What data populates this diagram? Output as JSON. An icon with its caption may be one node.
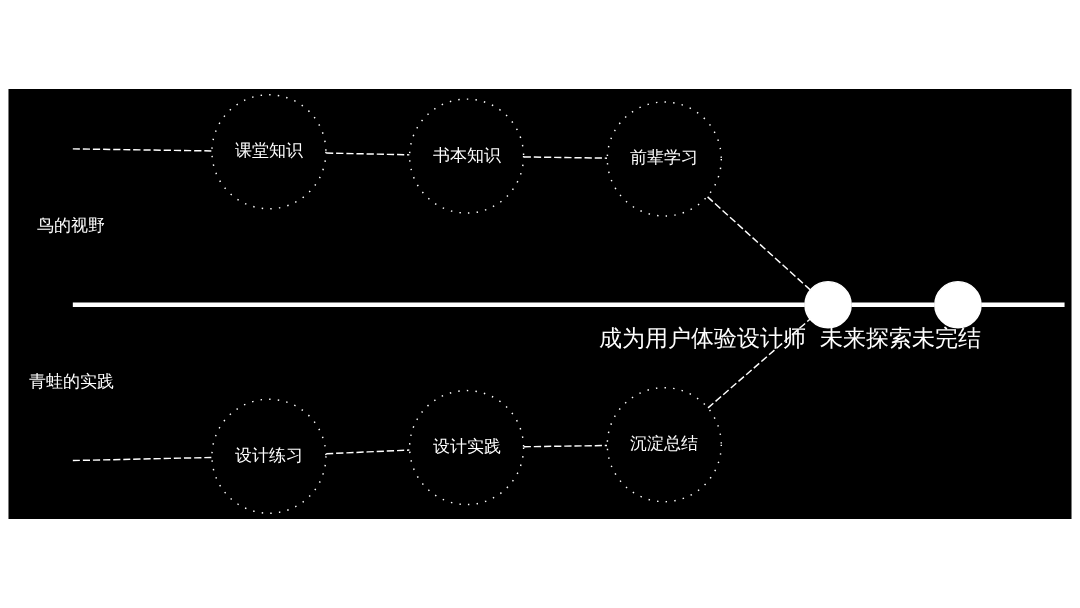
{
  "diagram": {
    "nodes": [
      {
        "text": [
          "课堂知识"
        ]
      },
      {
        "text": [
          "书本知识"
        ]
      },
      {
        "text": [
          "前辈学习"
        ]
      },
      {
        "text": [],
        "shape": "circle",
        "beside": [
          "成为用户体验设计师"
        ]
      },
      {
        "text": [],
        "shape": "circle",
        "beside": [
          "未来探索未完结"
        ]
      },
      {
        "text": [
          "沉淀总结"
        ]
      },
      {
        "text": [
          "设计实践"
        ]
      },
      {
        "text": [
          "设计练习"
        ]
      }
    ],
    "edges": [
      {
        "from": null,
        "to": 0,
        "arrow": "none",
        "style": "dashed"
      },
      {
        "from": 0,
        "to": 1,
        "arrow": "none",
        "style": "dashed"
      },
      {
        "from": 1,
        "to": 2,
        "arrow": "none",
        "style": "dashed"
      },
      {
        "from": 2,
        "to": 3,
        "arrow": "none",
        "style": "dashed"
      },
      {
        "from": null,
        "to": 3,
        "arrow": "none",
        "style": "thick"
      },
      {
        "from": 3,
        "to": 4,
        "arrow": "none",
        "style": "thick"
      },
      {
        "from": 4,
        "to": null,
        "arrow": "none",
        "style": "thick"
      },
      {
        "from": null,
        "to": 7,
        "arrow": "none",
        "style": "dashed"
      },
      {
        "from": 7,
        "to": 6,
        "arrow": "none",
        "style": "dashed"
      },
      {
        "from": 6,
        "to": 5,
        "arrow": "none",
        "style": "dashed"
      },
      {
        "from": 5,
        "to": 3,
        "arrow": "none",
        "style": "dashed"
      }
    ],
    "labels": [
      "鸟的视野",
      "青蛙的实践"
    ]
  }
}
